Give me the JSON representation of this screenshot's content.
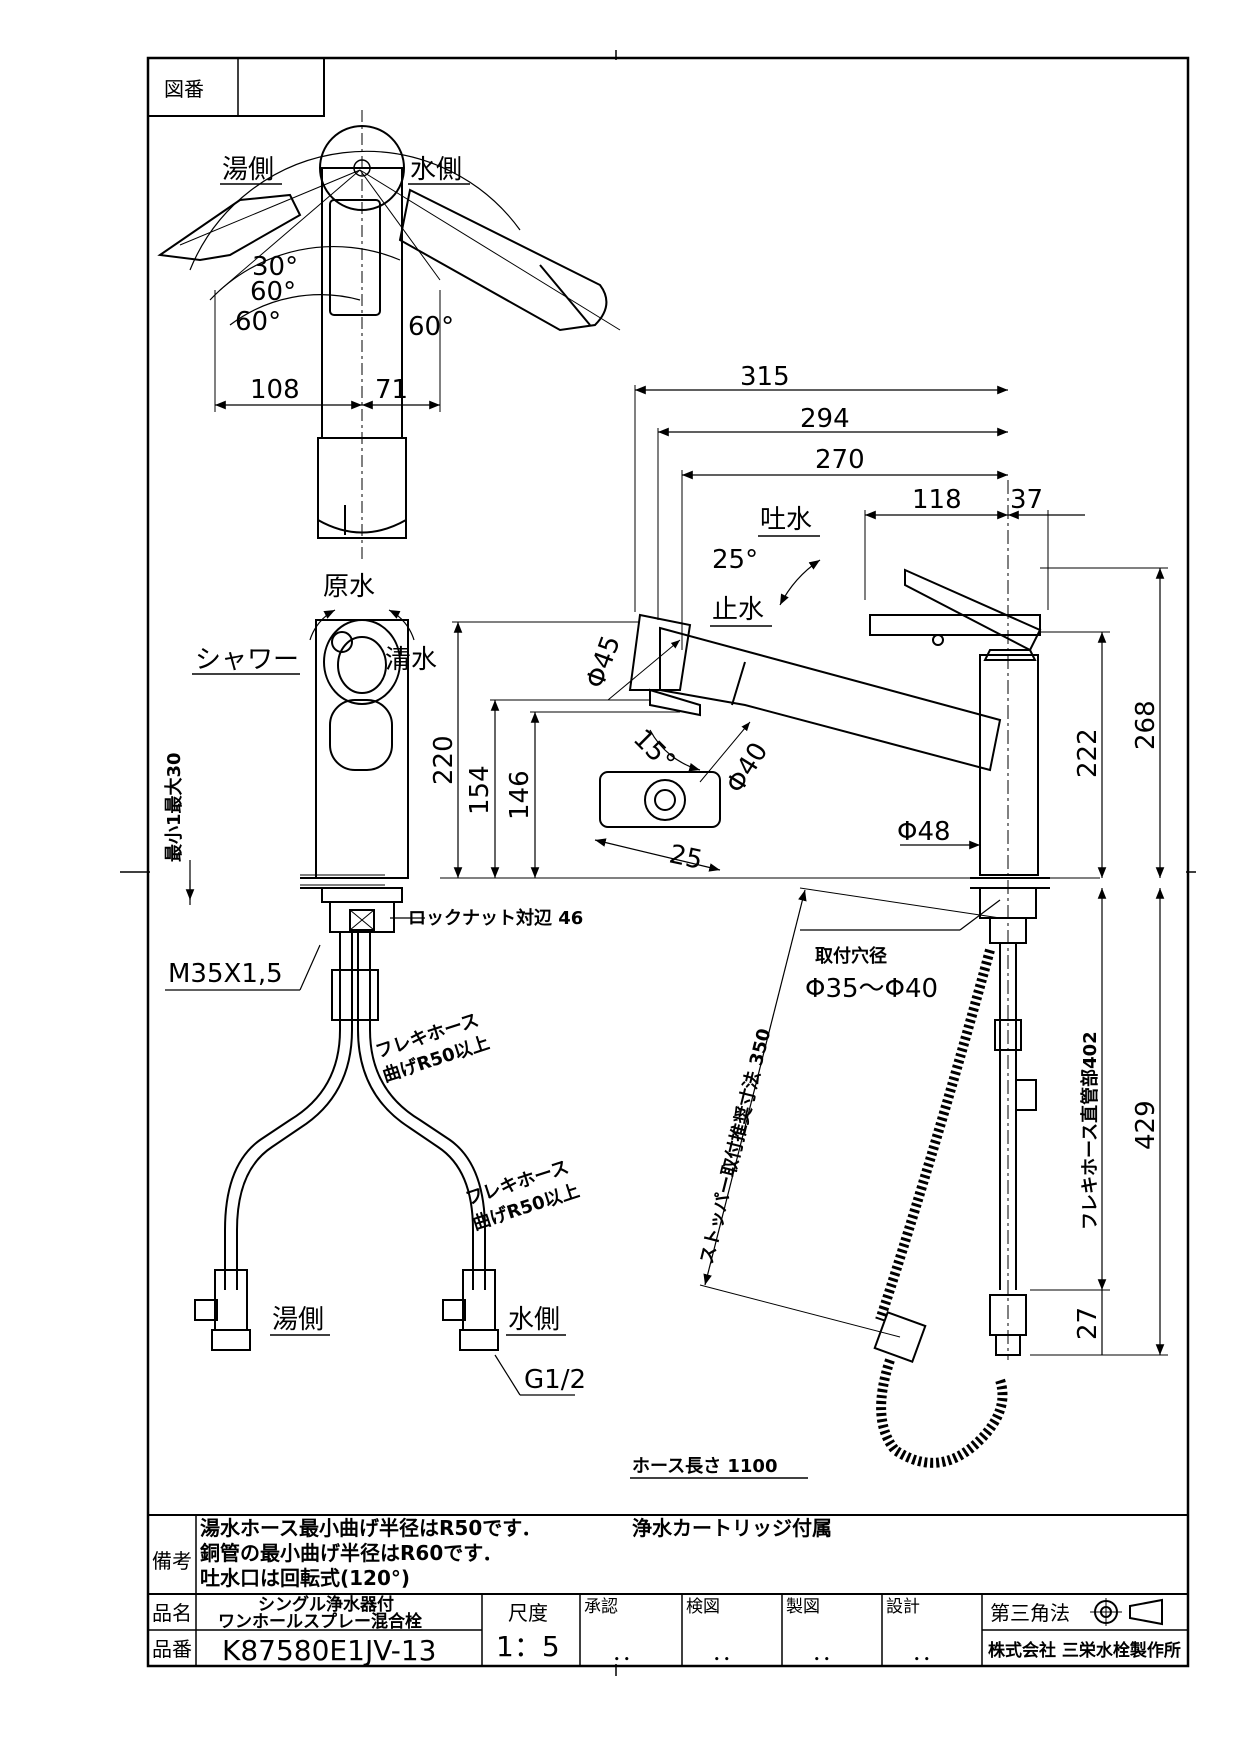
{
  "title_block": {
    "drawing_no_label": "図番",
    "remarks_label": "備考",
    "product_name_label": "品名",
    "product_name_line1": "シングル浄水器付",
    "product_name_line2": "ワンホールスプレー混合栓",
    "product_no_label": "品番",
    "product_no": "K87580E1JV-13",
    "scale_label": "尺度",
    "scale_value": "1：5",
    "approval_label": "承認",
    "check_label": "検図",
    "drafter_label": "製図",
    "design_label": "設計",
    "projection_label": "第三角法",
    "company": "株式会社 三栄水栓製作所",
    "date_dots": "．．"
  },
  "remarks": [
    "湯水ホース最小曲げ半径はR50です．",
    "銅管の最小曲げ半径はR60です．",
    "吐水口は回転式(120°)",
    "浄水カートリッジ付属"
  ],
  "labels": {
    "hot_side_top": "湯側",
    "cold_side_top": "水側",
    "raw_water": "原水",
    "shower": "シャワー",
    "purified_water": "清水",
    "spout_water": "吐水",
    "stop_water": "止水",
    "angle_25": "25°",
    "angle_15": "15°",
    "angle_30": "30°",
    "angle_60a": "60°",
    "angle_60b": "60°",
    "angle_60c": "60°",
    "thickness": "最小1最大30",
    "locknut": "ロックナット対辺 46",
    "thread": "M35X1,5",
    "flex_hose_1a": "フレキホース",
    "flex_hose_1b": "曲げR50以上",
    "flex_hose_2a": "フレキホース",
    "flex_hose_2b": "曲げR50以上",
    "hot_side_bottom": "湯側",
    "cold_side_bottom": "水側",
    "g_half": "G1/2",
    "mount_hole_a": "取付穴径",
    "mount_hole_b": "Φ35～Φ40",
    "stopper_dim": "ストッパー取付推奨寸法 350",
    "flex_straight": "フレキホース直管部402",
    "hose_length": "ホース長さ 1100"
  },
  "dimensions": {
    "d108": "108",
    "d71": "71",
    "d315": "315",
    "d294": "294",
    "d270": "270",
    "d118": "118",
    "d37": "37",
    "d220": "220",
    "d154": "154",
    "d146": "146",
    "d222": "222",
    "d268": "268",
    "d429": "429",
    "d27": "27",
    "d25": "25",
    "phi45": "Φ45",
    "phi40": "Φ40",
    "phi48": "Φ48"
  }
}
